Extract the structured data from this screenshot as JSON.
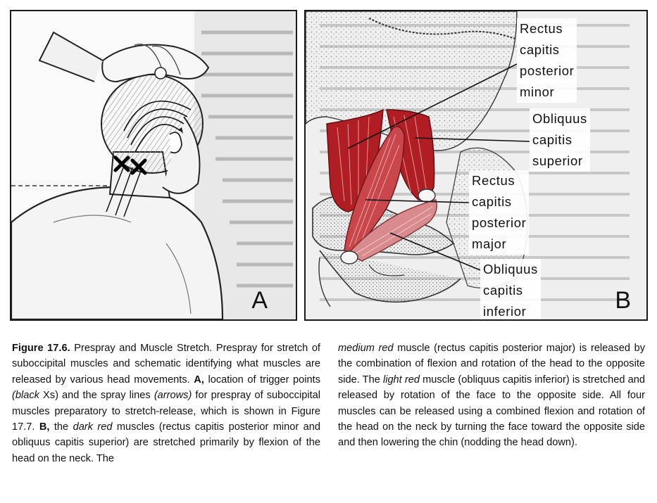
{
  "panel_a": {
    "letter": "A"
  },
  "panel_b": {
    "letter": "B",
    "labels": {
      "rectus_capitis_posterior_minor": [
        "Rectus",
        "capitis",
        "posterior",
        "minor"
      ],
      "obliquus_capitis_superior": [
        "Obliquus",
        "capitis",
        "superior"
      ],
      "rectus_capitis_posterior_major": [
        "Rectus",
        "capitis",
        "posterior",
        "major"
      ],
      "obliquus_capitis_inferior": [
        "Obliquus",
        "capitis",
        "inferior"
      ]
    }
  },
  "colors": {
    "dark_red": "#b01e24",
    "medium_red": "#c9464a",
    "light_red": "#d88a8c",
    "ink": "#1a1a1a"
  },
  "caption": {
    "figure_label": "Figure 17.6.",
    "title": " Prespray and Muscle Stretch.",
    "seg1": " Prespray for stretch of suboccipital muscles and schematic identifying what muscles are released by various head movements. ",
    "a": "A,",
    "seg2": " location of trigger points ",
    "black": "(black",
    "xs": " Xs)",
    "seg3": " and the spray lines ",
    "arrows": "(arrows)",
    "seg4": " for prespray of suboccipital muscles preparatory to stretch-release, which is shown in Figure 17.7. ",
    "b": "B,",
    "seg5": " the ",
    "dark_red": "dark red",
    "seg6": " muscles (rectus capitis posterior minor and obliquus capitis superior) are stretched primarily by flexion of the head on the neck. The ",
    "medium_red": "medium red",
    "seg7": " muscle (rectus capitis posterior major) is released by the combination of flexion and rotation of the head to the opposite side. The ",
    "light_red": "light red",
    "seg8": " muscle (obliquus capitis inferior) is stretched and released by rotation of the face to the opposite side. All four muscles can be released using a combined flexion and rotation of the head on the neck by turning the face toward the opposite side and then lowering the chin (nodding the head down)."
  }
}
